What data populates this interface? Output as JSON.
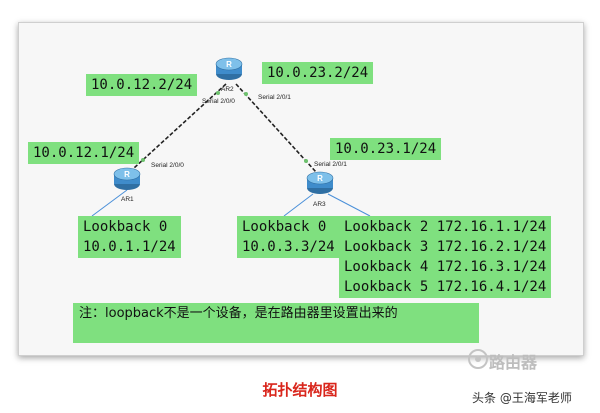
{
  "diagram": {
    "routers": {
      "ar2": {
        "name": "AR2",
        "icon": "router-icon"
      },
      "ar1": {
        "name": "AR1",
        "icon": "router-icon"
      },
      "ar3": {
        "name": "AR3",
        "icon": "router-icon"
      }
    },
    "interfaces": {
      "ar2_serial_000": "Serial 2/0/0",
      "ar2_serial_201": "Serial 2/0/1",
      "ar1_serial_200": "Serial 2/0/0",
      "ar3_serial_201": "Serial 2/0/1"
    },
    "ip_labels": {
      "ar2_left": "10.0.12.2/24",
      "ar2_right": "10.0.23.2/24",
      "ar1": "10.0.12.1/24",
      "ar3": "10.0.23.1/24"
    },
    "loopbacks": {
      "ar1": [
        "Lookback 0",
        "10.0.1.1/24"
      ],
      "ar3_a": [
        "Lookback 0",
        "10.0.3.3/24"
      ],
      "ar3_b": [
        "Lookback 2 172.16.1.1/24",
        "Lookback 3 172.16.2.1/24",
        "Lookback 4 172.16.3.1/24",
        "Lookback 5 172.16.4.1/24"
      ]
    },
    "note": "注：loopback不是一个设备，是在路由器里设置出来的"
  },
  "caption": "拓扑结构图",
  "watermark": {
    "logo_text": "路由器",
    "credit": "头条 @王海军老师"
  },
  "colors": {
    "label_bg": "#7fe07f",
    "caption": "#d9261c",
    "router_body": "#5ba3d6",
    "serial_link": "#222222",
    "ethernet_link": "#4a90d9"
  }
}
